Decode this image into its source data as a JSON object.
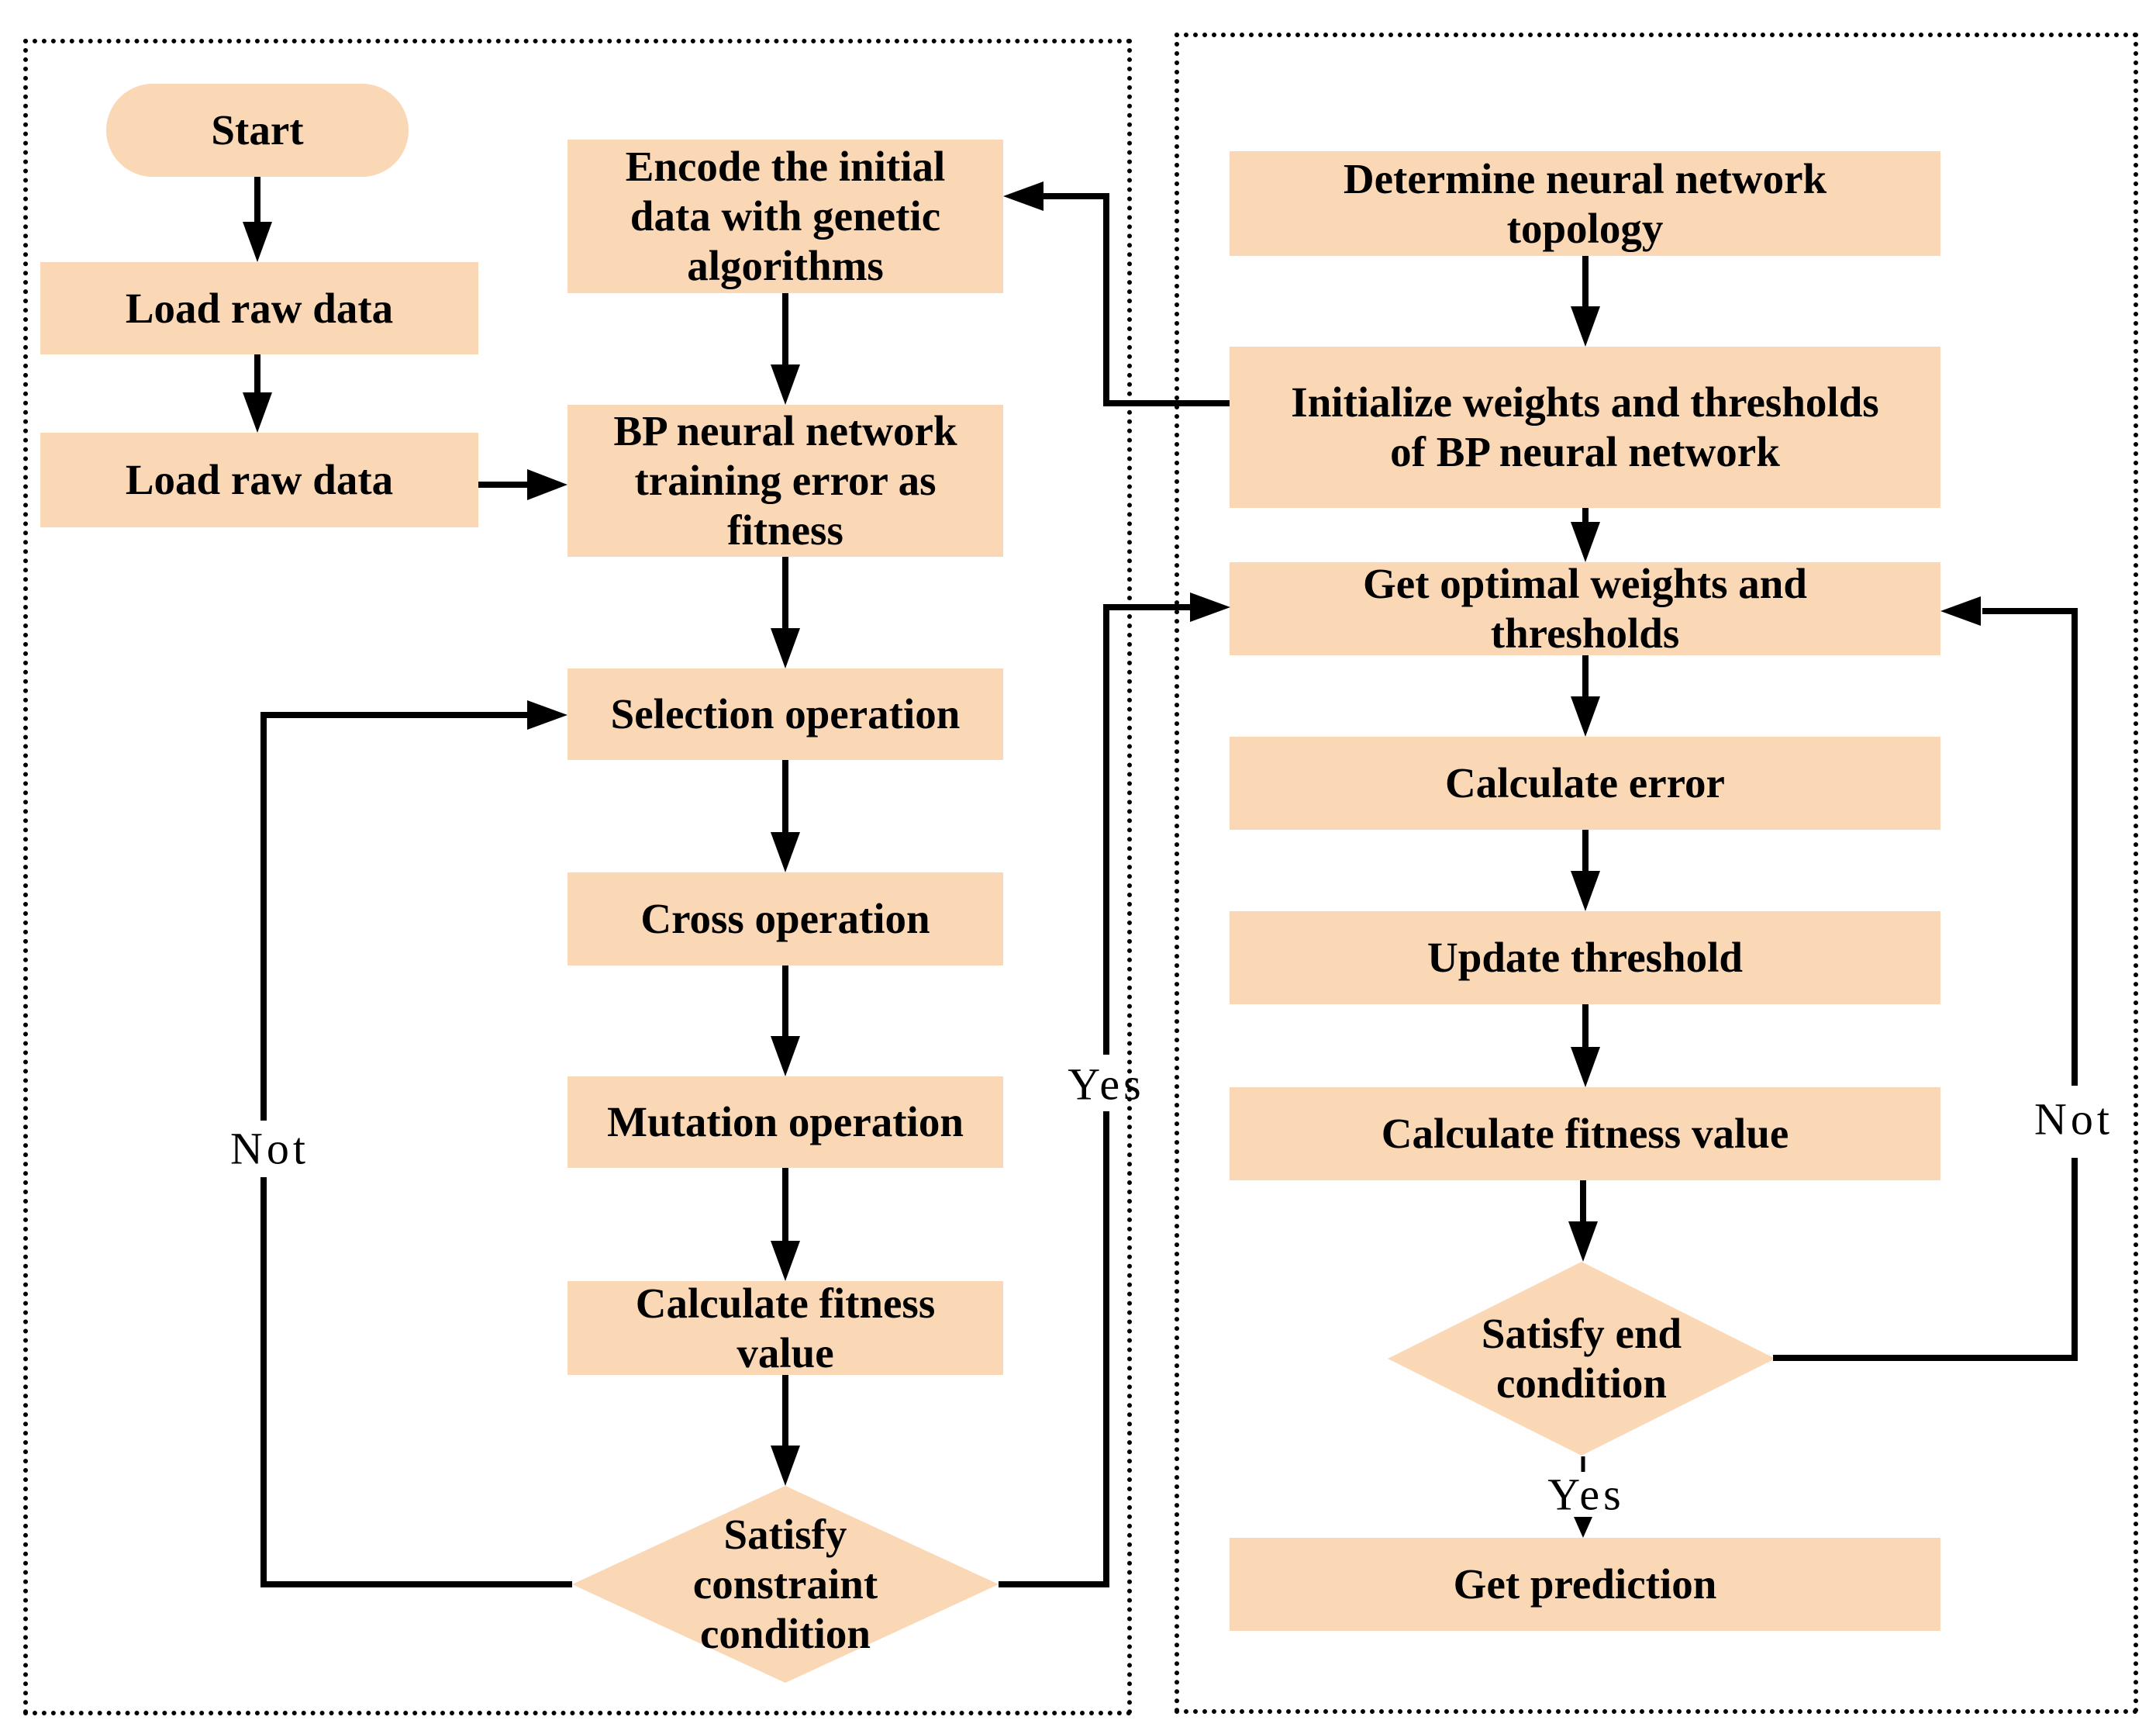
{
  "colors": {
    "box_fill": "#FAD7B5",
    "line": "#000000",
    "background": "#FFFFFF"
  },
  "left_panel": {
    "start": "Start",
    "load_raw_data_1": "Load raw data",
    "load_raw_data_2": "Load raw data",
    "encode": "Encode the initial\ndata with genetic\nalgorithms",
    "bp_fitness": "BP neural network\ntraining error as\nfitness",
    "selection": "Selection operation",
    "cross": "Cross operation",
    "mutation": "Mutation operation",
    "calc_fitness": "Calculate fitness\nvalue",
    "constraint_diamond": "Satisfy\nconstraint\ncondition",
    "not_label": "Not",
    "yes_label": "Yes"
  },
  "right_panel": {
    "determine": "Determine neural network\ntopology",
    "initialize": "Initialize weights and thresholds\nof BP neural network",
    "get_optimal": "Get optimal weights and\nthresholds",
    "calc_error": "Calculate error",
    "update_threshold": "Update threshold",
    "calc_fitness": "Calculate fitness value",
    "end_diamond": "Satisfy end\ncondition",
    "yes_label": "Yes",
    "not_label": "Not",
    "get_prediction": "Get prediction"
  }
}
